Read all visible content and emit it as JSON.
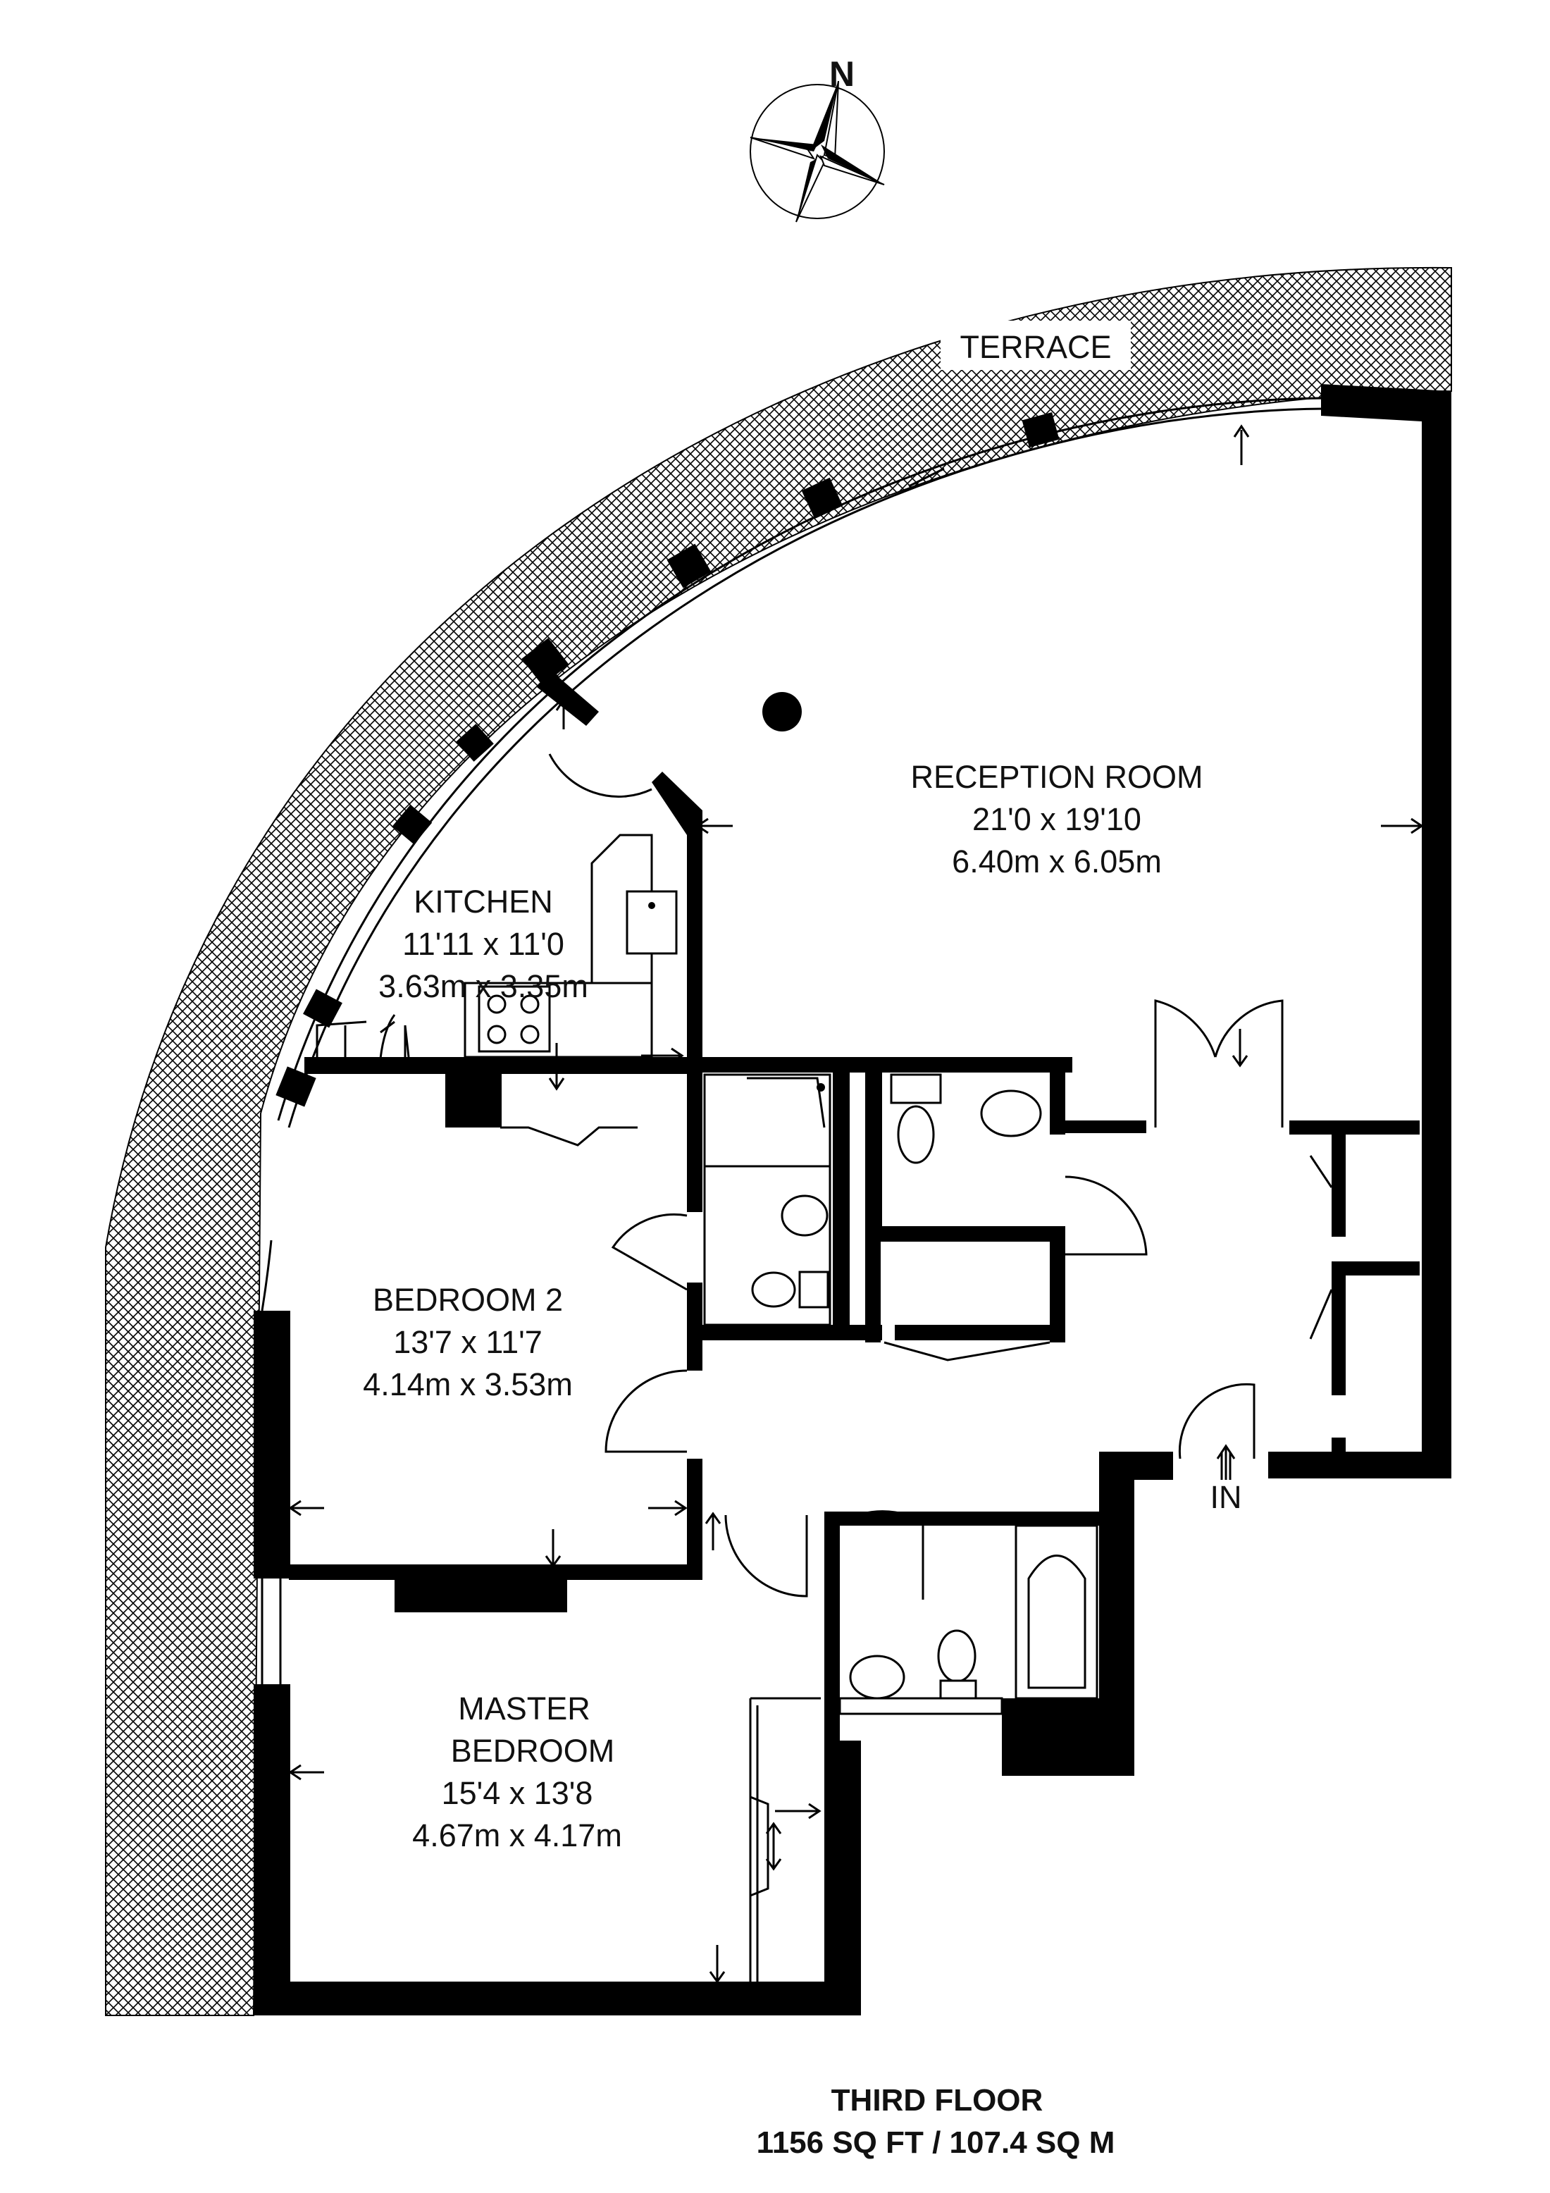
{
  "compass": {
    "north_label": "N"
  },
  "terrace": {
    "label": "TERRACE"
  },
  "rooms": {
    "reception": {
      "name": "RECEPTION ROOM",
      "imperial": "21'0 x 19'10",
      "metric": "6.40m x 6.05m"
    },
    "kitchen": {
      "name": "KITCHEN",
      "imperial": "11'11 x 11'0",
      "metric": "3.63m x 3.35m"
    },
    "bedroom2": {
      "name": "BEDROOM 2",
      "imperial": "13'7 x 11'7",
      "metric": "4.14m x 3.53m"
    },
    "master": {
      "name_line1": "MASTER",
      "name_line2": "BEDROOM",
      "imperial": "15'4 x 13'8",
      "metric": "4.67m x 4.17m"
    }
  },
  "entrance": {
    "label": "IN"
  },
  "footer": {
    "floor": "THIRD FLOOR",
    "area": "1156 SQ FT / 107.4 SQ M"
  },
  "colors": {
    "wall": "#000000",
    "terrace_hatch": "#000000",
    "background": "#ffffff"
  }
}
